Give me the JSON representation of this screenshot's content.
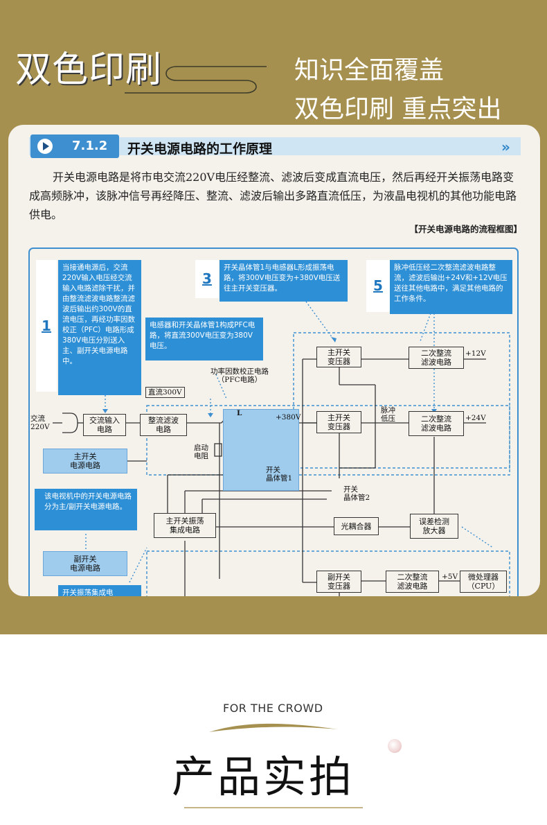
{
  "header": {
    "left_title": "双色印刷",
    "right_line1": "知识全面覆盖",
    "right_line2": "双色印刷  重点突出"
  },
  "book": {
    "section_number": "7.1.2",
    "section_title": "开关电源电路的工作原理",
    "paragraph": "开关电源电路是将市电交流220V电压经整流、滤波后变成直流电压，然后再经开关振荡电路变成高频脉冲，该脉冲信号再经降压、整流、滤波后输出多路直流低压，为液晶电视机的其他功能电路供电。",
    "figure_caption": "【开关电源电路的流程框图】",
    "notes": {
      "n1_num": "1",
      "n1_text": "当接通电源后，交流220V输入电压经交流输入电路滤除干扰，并由整流滤波电路整流滤波后输出约300V的直流电压，再经功率因数校正（PFC）电路形成380V电压分别送入主、副开关电源电路中。",
      "n3_num": "3",
      "n3_text": "开关晶体管1与电感器L形成振荡电路，将300V电压变为+380V电压送往主开关变压器。",
      "n5_num": "5",
      "n5_text": "脉冲低压经二次整流滤波电路整流，滤波后输出+24V和+12V电压送往其他电路中，满足其他电路的工作条件。",
      "n2_text": "电感器和开关晶体管1构成PFC电路，将直流300V电压变为380V电压。",
      "n_split_text": "该电视机中的开关电源电路分为主/副开关电源电路。",
      "n_bottom_text": "开关振荡集成电"
    },
    "blocks": {
      "ac_input": "交流输入\n电路",
      "rectifier": "整流滤波\n电路",
      "main_xfmr_a": "主开关\n变压器",
      "main_xfmr_b": "主开关\n变压器",
      "sec_rect_12": "二次整流\n滤波电路",
      "sec_rect_24": "二次整流\n滤波电路",
      "main_psu": "主开关\n电源电路",
      "sub_psu": "副开关\n电源电路",
      "osc_ic": "主开关振荡\n集成电路",
      "optocoupler": "光耦合器",
      "error_amp": "误差检测\n放大器",
      "sub_xfmr": "副开关\n变压器",
      "sec_rect_5": "二次整流\n滤波电路",
      "mcu": "微处理器\n（CPU）"
    },
    "labels": {
      "ac_in": "交流\n220V",
      "dc300": "直流300V",
      "pfc": "功率因数校正电路\n（PFC电路）",
      "inductor": "L",
      "v380": "+380V",
      "v12": "+12V",
      "v24": "+24V",
      "v5": "+5V",
      "pulse": "脉冲\n低压",
      "start_res": "启动\n电阻",
      "q1": "开关\n晶体管1",
      "q2": "开关\n晶体管2"
    }
  },
  "footer": {
    "slogan": "FOR THE CROWD",
    "title": "产品实拍"
  },
  "colors": {
    "band": "#a6904f",
    "accent_blue": "#2d8fd5",
    "page": "#f5f2ec"
  }
}
